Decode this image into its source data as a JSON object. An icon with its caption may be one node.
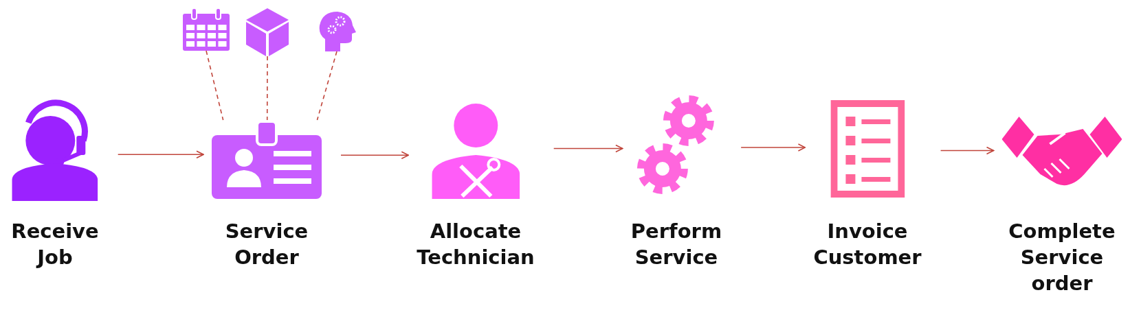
{
  "diagram": {
    "nodes": [
      {
        "text": [
          "Receive Job"
        ]
      },
      {
        "text": [
          "Service Order"
        ]
      },
      {
        "text": [
          "Allocate Technician"
        ]
      },
      {
        "text": [
          "Perform Service"
        ]
      },
      {
        "text": [
          "Invoice Customer"
        ]
      },
      {
        "text": [
          "Complete Service order"
        ]
      },
      {
        "text": [],
        "shape": "calendar"
      },
      {
        "text": [],
        "shape": "cube"
      },
      {
        "text": [],
        "shape": "head"
      }
    ],
    "edges": [
      {
        "from": 0,
        "to": 1,
        "arrow": "to"
      },
      {
        "from": 1,
        "to": 2,
        "arrow": "to"
      },
      {
        "from": 2,
        "to": 3,
        "arrow": "to"
      },
      {
        "from": 3,
        "to": 4,
        "arrow": "to"
      },
      {
        "from": 4,
        "to": 5,
        "arrow": "to"
      },
      {
        "from": 6,
        "to": 1,
        "arrow": "none",
        "style": "dashed"
      },
      {
        "from": 7,
        "to": 1,
        "arrow": "none",
        "style": "dashed"
      },
      {
        "from": 8,
        "to": 1,
        "arrow": "none",
        "style": "dashed"
      }
    ]
  }
}
